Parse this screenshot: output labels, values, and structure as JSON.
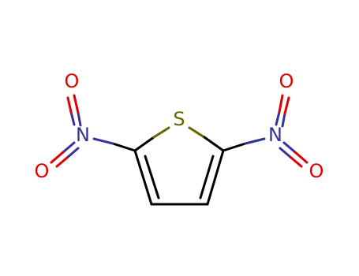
{
  "molecule": {
    "atoms": {
      "sulfur": "S",
      "nitrogen_left": "N",
      "nitrogen_right": "N",
      "oxygen_left_top": "O",
      "oxygen_left_bottom": "O",
      "oxygen_right_top": "O",
      "oxygen_right_bottom": "O"
    }
  },
  "colors": {
    "background": "#ffffff",
    "carbon_bond": "#000000",
    "sulfur": "#666600",
    "nitrogen": "#333399",
    "oxygen": "#e00000"
  }
}
